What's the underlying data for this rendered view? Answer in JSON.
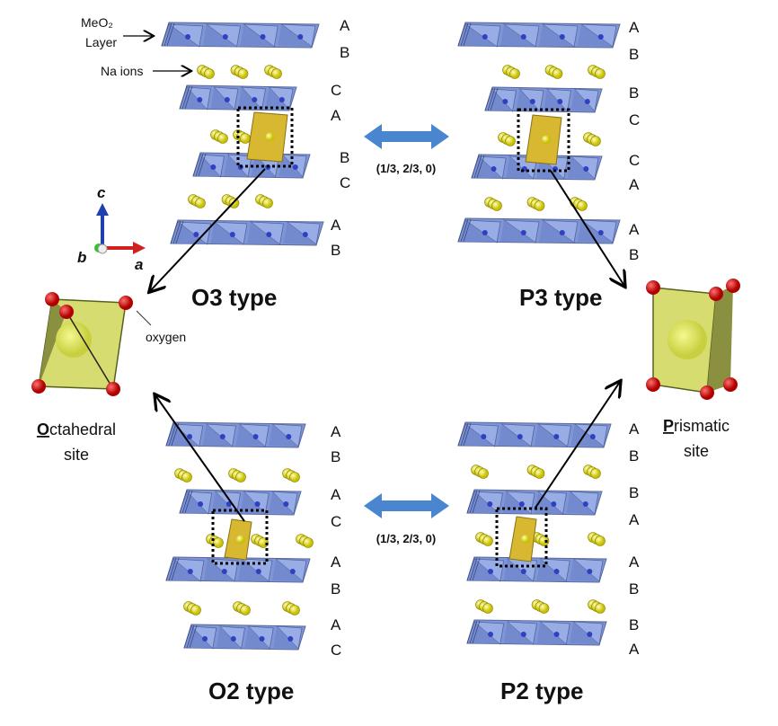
{
  "annotations": {
    "meo2_layer": "MeO₂",
    "layer": "Layer",
    "na_ions": "Na ions",
    "oxygen": "oxygen"
  },
  "axes": {
    "c": "c",
    "b": "b",
    "a": "a"
  },
  "panels": {
    "o3": {
      "title": "O3 type",
      "stacking": [
        "A",
        "B",
        "C",
        "A",
        "B",
        "C",
        "A",
        "B"
      ]
    },
    "p3": {
      "title": "P3 type",
      "stacking": [
        "A",
        "B",
        "B",
        "C",
        "C",
        "A",
        "A",
        "B"
      ]
    },
    "o2": {
      "title": "O2 type",
      "stacking": [
        "A",
        "B",
        "A",
        "C",
        "A",
        "B",
        "A",
        "C"
      ]
    },
    "p2": {
      "title": "P2 type",
      "stacking": [
        "A",
        "B",
        "B",
        "A",
        "A",
        "B",
        "B",
        "A"
      ]
    }
  },
  "transitions": {
    "top": "(1/3, 2/3, 0)",
    "bottom": "(1/3, 2/3, 0)"
  },
  "sites": {
    "octahedral": {
      "initial": "O",
      "rest": "ctahedral",
      "line2": "site"
    },
    "prismatic": {
      "initial": "P",
      "rest": "rismatic",
      "line2": "site"
    }
  },
  "colors": {
    "layer": "#7f96d6",
    "na": "#e8e030",
    "site": "#d6d86a",
    "oxygen": "#e01010",
    "arrow": "#4a86d0"
  }
}
